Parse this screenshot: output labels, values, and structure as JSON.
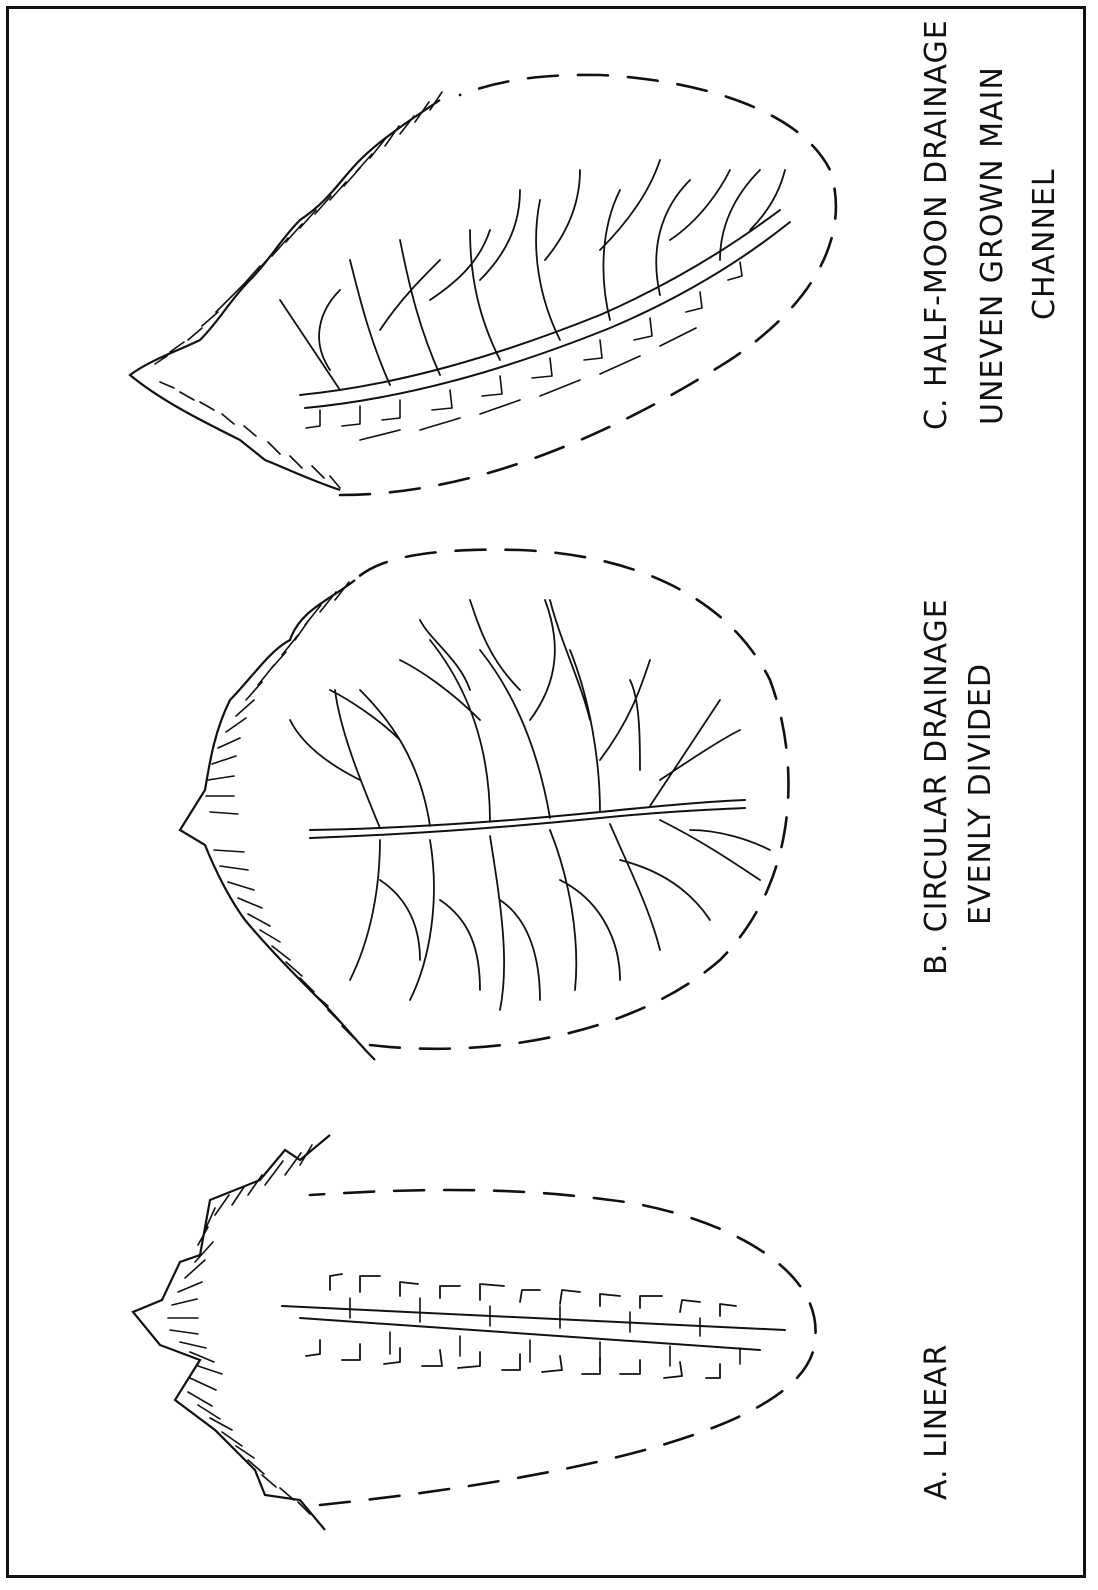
{
  "figures": [
    {
      "id": "a",
      "caption_line1": "A. LINEAR",
      "caption_line2": "",
      "caption_line3": ""
    },
    {
      "id": "b",
      "caption_line1": "B. CIRCULAR DRAINAGE",
      "caption_line2": "EVENLY DIVIDED",
      "caption_line3": ""
    },
    {
      "id": "c",
      "caption_line1": "C. HALF-MOON DRAINAGE",
      "caption_line2": "UNEVEN GROWN MAIN",
      "caption_line3": "CHANNEL"
    }
  ],
  "colors": {
    "ink": "#111111",
    "paper": "#ffffff"
  }
}
